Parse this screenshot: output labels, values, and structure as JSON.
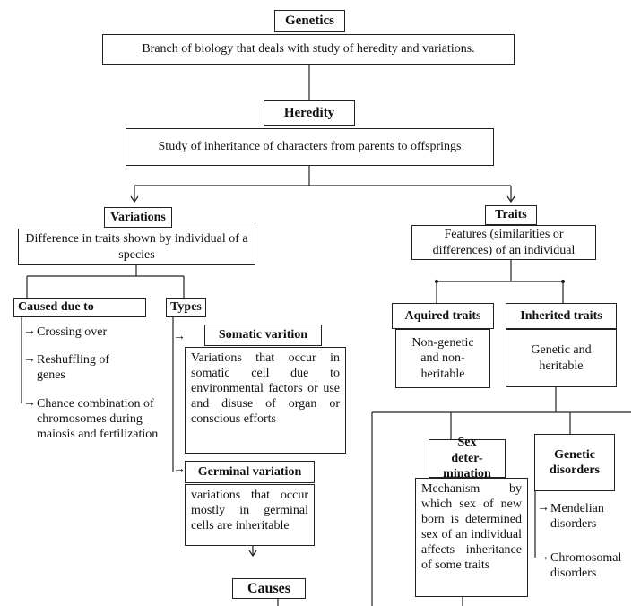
{
  "genetics": {
    "title": "Genetics",
    "definition": "Branch of biology that deals with study of heredity and variations."
  },
  "heredity": {
    "title": "Heredity",
    "definition": "Study of inheritance of characters from parents to offsprings"
  },
  "variations": {
    "title": "Variations",
    "definition": "Difference in traits shown by individual of a species",
    "caused_due_to": {
      "title": "Caused due to",
      "items": [
        "Crossing over",
        "Reshuffling of genes",
        "Chance combination of chromosomes during maiosis and fertilization"
      ]
    },
    "types": {
      "title": "Types",
      "somatic": {
        "title": "Somatic varition",
        "description": "Variations that occur in somatic cell due to environmental factors or use and disuse of organ or conscious efforts"
      },
      "germinal": {
        "title": "Germinal variation",
        "description": "variations that occur mostly in germinal cells are inheritable"
      }
    },
    "causes_label": "Causes"
  },
  "traits": {
    "title": "Traits",
    "definition": "Features (similarities or differences) of an individual",
    "acquired": {
      "title": "Aquired traits",
      "description": "Non-genetic and non-heritable"
    },
    "inherited": {
      "title": "Inherited traits",
      "description": "Genetic and heritable",
      "sex_determination": {
        "title": "Sex deter-mination",
        "description": "Mechanism by which sex of new born is determined sex of an individual affects inheritance of some traits"
      },
      "genetic_disorders": {
        "title": "Genetic disorders",
        "items": [
          "Mendelian disorders",
          "Chromosomal disorders"
        ]
      }
    }
  },
  "arrow_glyph": "→"
}
